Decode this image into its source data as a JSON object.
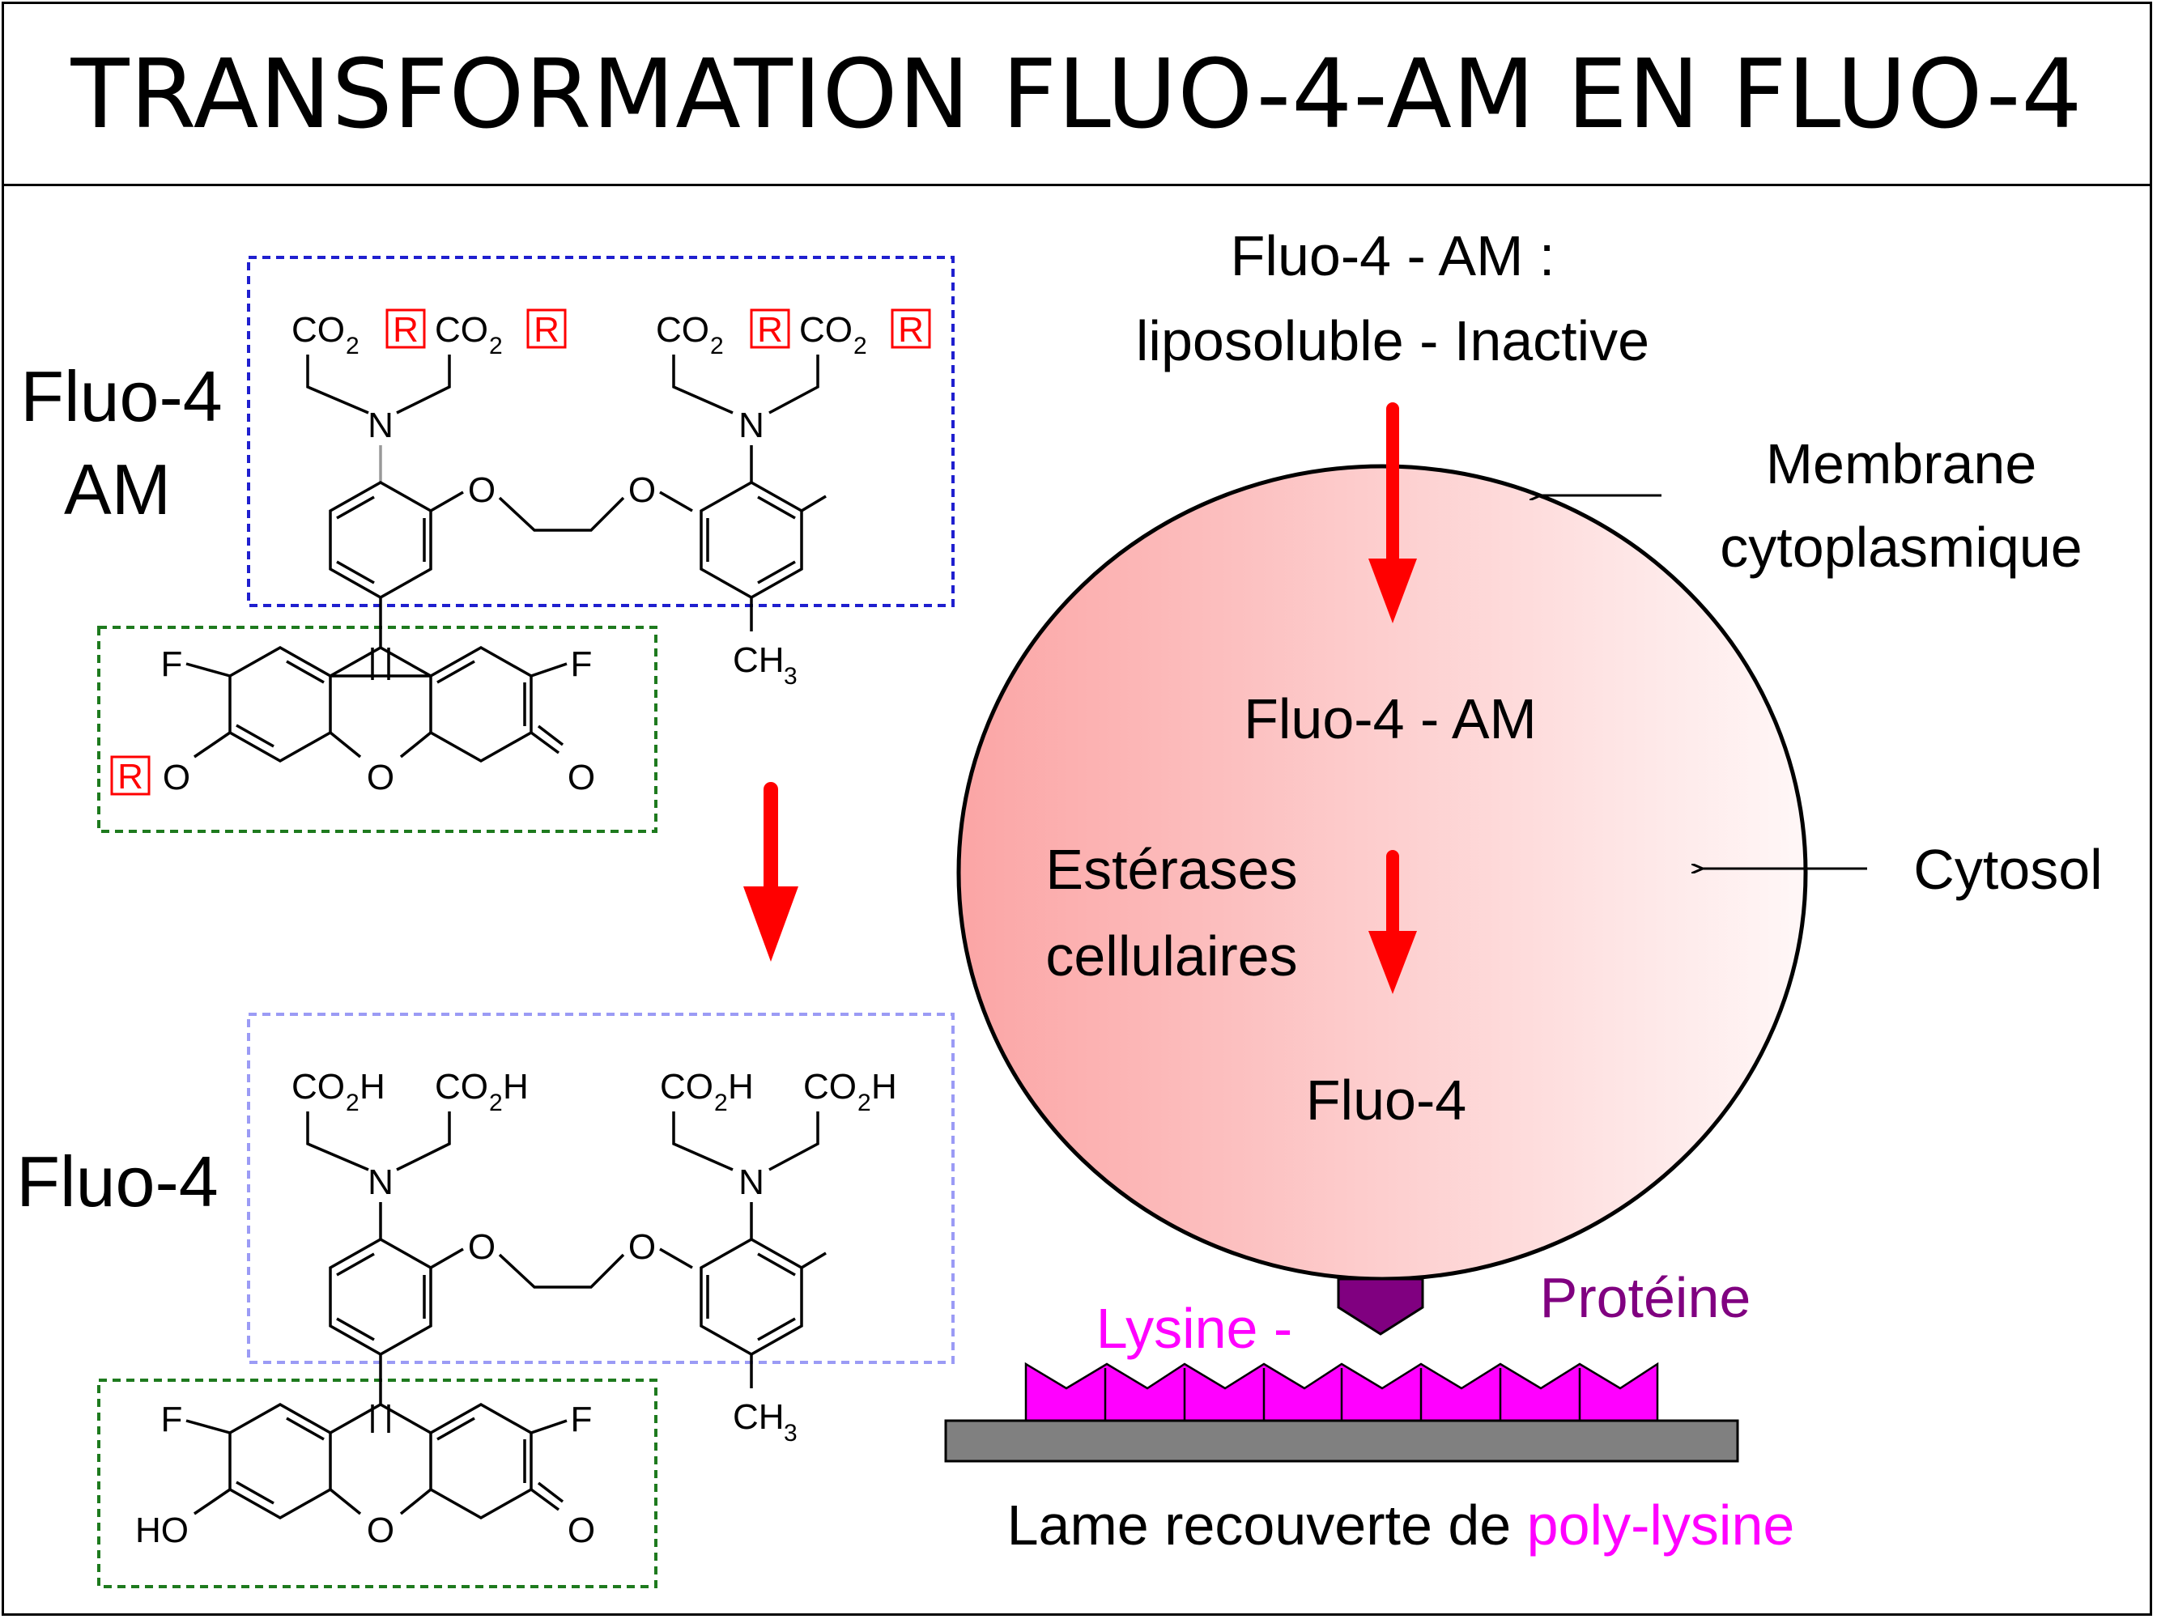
{
  "title": "TRANSFORMATION FLUO-4-AM EN FLUO-4",
  "molecules": {
    "top_name_line1": "Fluo-4",
    "top_name_line2": "AM",
    "bottom_name": "Fluo-4",
    "co2": "CO",
    "sub2": "2",
    "r_group": "R",
    "co2h_h": "H",
    "n_atom": "N",
    "o_atom": "O",
    "f_atom": "F",
    "ch": "CH",
    "sub3": "3",
    "ho": "HO"
  },
  "cell": {
    "outside_label_line1": "Fluo-4 - AM :",
    "outside_label_line2": "liposoluble - Inactive",
    "membrane_label_line1": "Membrane",
    "membrane_label_line2": "cytoplasmique",
    "cytosol_label": "Cytosol",
    "inside_top": "Fluo-4 - AM",
    "enzyme_line1": "Estérases",
    "enzyme_line2": "cellulaires",
    "inside_bottom": "Fluo-4"
  },
  "substrate": {
    "protein_label": "Protéine",
    "lysine_label": "Lysine -",
    "caption_part1": "Lame recouverte de ",
    "caption_part2": "poly-lysine"
  },
  "colors": {
    "arrow": "#ff0000",
    "r_box": "#ff0000",
    "blue_box": "#1f1fcf",
    "lightblue_box": "#9b9bf5",
    "green_box": "#1e7a1e",
    "lysine": "#ff00ff",
    "protein": "#800080",
    "slide": "#808080",
    "cell_left": "#fba5a5",
    "cell_right": "#fff7f7"
  }
}
